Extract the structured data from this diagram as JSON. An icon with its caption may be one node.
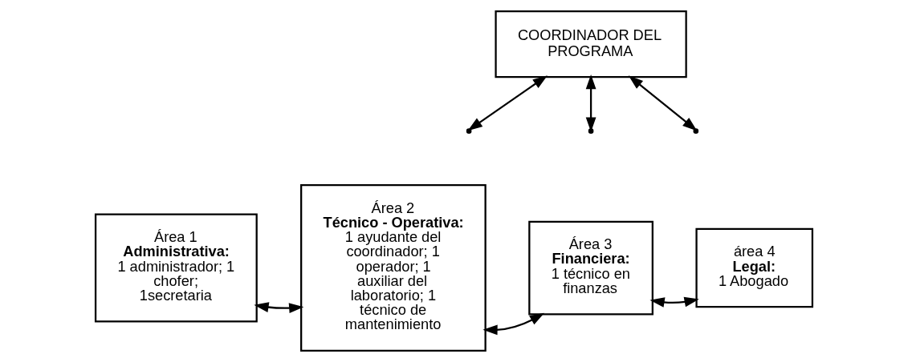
{
  "diagram": {
    "nodes": [
      {
        "text": [
          "COORDINADOR DEL PROGRAMA"
        ]
      },
      {
        "text": [
          "Área 1",
          "**Administrativa:**",
          "1 administrador; 1 chofer; 1secretaria"
        ]
      },
      {
        "text": [
          "Área 2",
          "**Técnico - Operativa:**",
          "1 ayudante del coordinador; 1 operador; 1 auxiliar del laboratorio; 1 técnico de mantenimiento"
        ]
      },
      {
        "text": [
          "Área 3",
          "**Financiera:**",
          "1 técnico en finanzas"
        ]
      },
      {
        "text": [
          "área 4",
          "**Legal:**",
          "1 Abogado"
        ]
      }
    ],
    "edges": [
      {
        "from": 1,
        "to": 2,
        "arrow": "both"
      },
      {
        "from": 2,
        "to": 3,
        "arrow": "both"
      },
      {
        "from": 3,
        "to": 4,
        "arrow": "both"
      },
      {
        "from": 0,
        "to": null,
        "arrow": "both"
      },
      {
        "from": 0,
        "to": null,
        "arrow": "both"
      },
      {
        "from": 0,
        "to": null,
        "arrow": "both"
      }
    ]
  }
}
